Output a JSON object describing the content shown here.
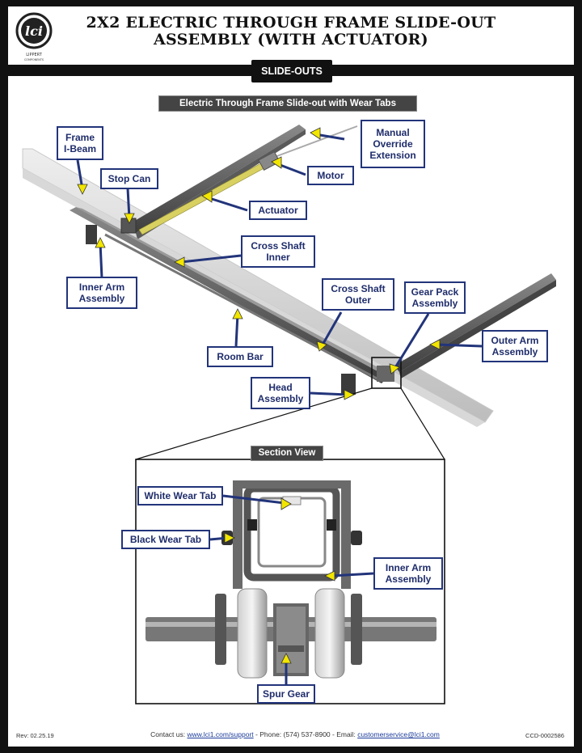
{
  "header": {
    "logo_text": "LCI",
    "logo_subtext": "LIPPERT COMPONENTS",
    "title_line1": "2X2 ELECTRIC THROUGH FRAME SLIDE-OUT",
    "title_line2": "ASSEMBLY (WITH ACTUATOR)"
  },
  "category": "SLIDE-OUTS",
  "diagram": {
    "main_caption": "Electric Through Frame Slide-out with Wear Tabs",
    "section_caption": "Section View",
    "labels": {
      "frame_ibeam": "Frame I-Beam",
      "manual_override": "Manual Override Extension",
      "stop_can": "Stop Can",
      "motor": "Motor",
      "actuator": "Actuator",
      "cross_shaft_inner": "Cross Shaft Inner",
      "inner_arm_assembly": "Inner Arm Assembly",
      "cross_shaft_outer": "Cross Shaft Outer",
      "gear_pack_assembly": "Gear Pack Assembly",
      "outer_arm_assembly": "Outer Arm Assembly",
      "room_bar": "Room Bar",
      "head_assembly": "Head Assembly",
      "white_wear_tab": "White Wear Tab",
      "black_wear_tab": "Black Wear Tab",
      "section_inner_arm": "Inner Arm Assembly",
      "spur_gear": "Spur Gear"
    }
  },
  "footer": {
    "rev": "Rev: 02.25.19",
    "contact_prefix": "Contact us: ",
    "url": "www.lci1.com/support",
    "phone": " - Phone: (574) 537-8900 - Email: ",
    "email": "customerservice@lci1.com",
    "code": "CCD-0002586"
  },
  "colors": {
    "callout_border": "#22347a",
    "callout_text": "#1f2d6b",
    "arrow_fill": "#f2e600",
    "page_border": "#111111"
  }
}
